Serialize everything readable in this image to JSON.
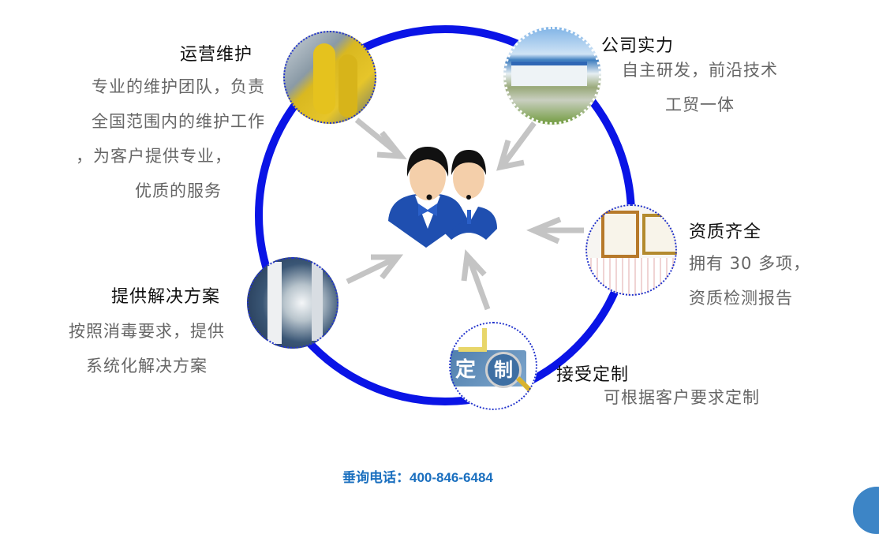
{
  "colors": {
    "ring": "#0a14e6",
    "arrow": "#c4c4c4",
    "title": "#111111",
    "desc": "#666666",
    "phone": "#1a6fbf",
    "suit": "#1f4fb0"
  },
  "center_icon": "customer-service-agents-icon",
  "nodes": {
    "operations": {
      "title": "运营维护",
      "lines": [
        "专业的维护团队，负责",
        "全国范围内的维护工作",
        "，为客户提供专业，",
        "优质的服务"
      ],
      "image": "hazmat-workers-photo"
    },
    "company": {
      "title": "公司实力",
      "lines": [
        "自主研发，前沿技术",
        "工贸一体"
      ],
      "image": "factory-photo"
    },
    "qualification": {
      "title": "资质齐全",
      "lines": [
        "拥有 30 多项，",
        "资质检测报告"
      ],
      "image": "certificates-photo"
    },
    "custom": {
      "title": "接受定制",
      "lines": [
        "可根据客户要求定制"
      ],
      "image": "custom-badge-photo",
      "badge_chars": [
        "定",
        "制"
      ]
    },
    "solution": {
      "title": "提供解决方案",
      "lines": [
        "按照消毒要求，提供",
        "系统化解决方案"
      ],
      "image": "business-tablet-photo"
    }
  },
  "footer": {
    "phone_label": "垂询电话：400-846-6484"
  }
}
